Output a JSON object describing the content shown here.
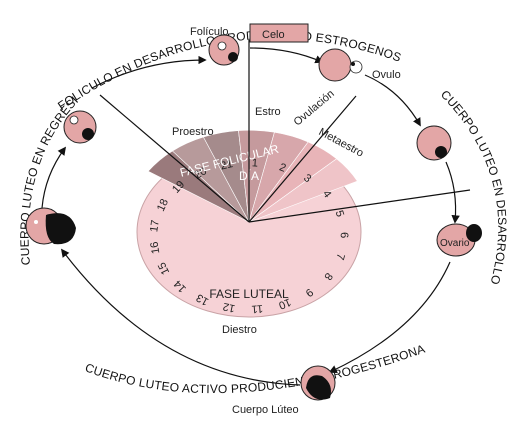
{
  "title": "",
  "arc_texts": {
    "top": "FOLICULO EN DESARROLLO PRODUCIENDO ESTROGENOS",
    "left": "CUERPO LUTEO EN REGRESION",
    "right": "CUERPO LUTEO EN DESARROLLO",
    "bottom": "CUERPO LUTEO ACTIVO PRODUCIENDO PROGESTERONA"
  },
  "stage_labels": {
    "foliculo": "Folículo",
    "celo": "Celo",
    "ovulo": "Ovulo",
    "ovario": "Ovario",
    "cuerpo_luteo": "Cuerpo Lúteo",
    "proestro": "Proestro",
    "estro": "Estro",
    "ovulacion": "Ovulación",
    "metaestro": "Metaestro",
    "diestro": "Diestro"
  },
  "wheel": {
    "fase_folicular": "FASE FOLICULAR",
    "fase_luteal": "FASE LUTEAL",
    "dia": "DÍA",
    "days": [
      "1",
      "2",
      "3",
      "4",
      "5",
      "6",
      "7",
      "8",
      "9",
      "10",
      "11",
      "12",
      "13",
      "14",
      "15",
      "16",
      "17",
      "18",
      "19",
      "20",
      "21"
    ]
  },
  "colors": {
    "luteal": "#f6d2d6",
    "folicular_dark": "#9a7a7c",
    "folicular_mid": "#b79a9b",
    "early_luteal": "#e8b4b8",
    "cell": "#e3a6a6",
    "nucleus": "#111111"
  }
}
